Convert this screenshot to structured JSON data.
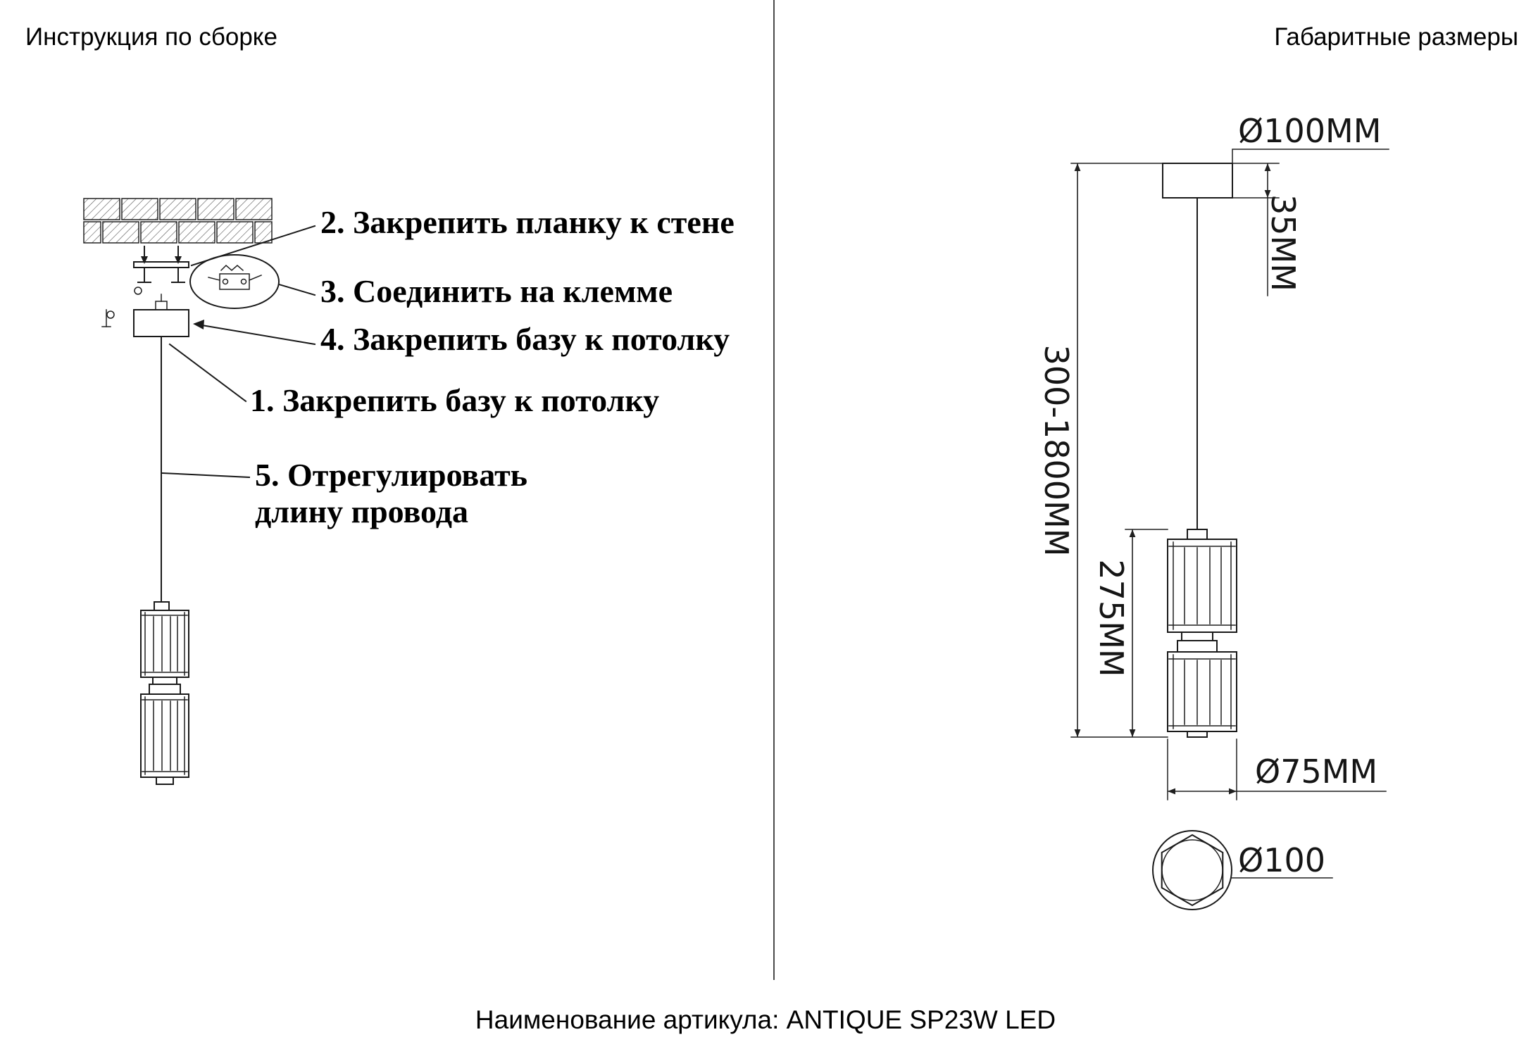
{
  "headers": {
    "left": "Инструкция по сборке",
    "right": "Габаритные размеры"
  },
  "assembly": {
    "step1": "1. Закрепить базу к потолку",
    "step2": "2. Закрепить планку к стене",
    "step3": "3. Соединить на клемме",
    "step4": "4. Закрепить базу к потолку",
    "step5_line1": "5. Отрегулировать",
    "step5_line2": "длину провода"
  },
  "dimensions": {
    "canopy_diameter": "Ø100MM",
    "canopy_height": "35MM",
    "suspension_length": "300-1800MM",
    "shade_height": "275MM",
    "shade_diameter": "Ø75MM",
    "base_diameter": "Ø100"
  },
  "footer": {
    "article": "Наименование артикула: ANTIQUE SP23W LED"
  }
}
